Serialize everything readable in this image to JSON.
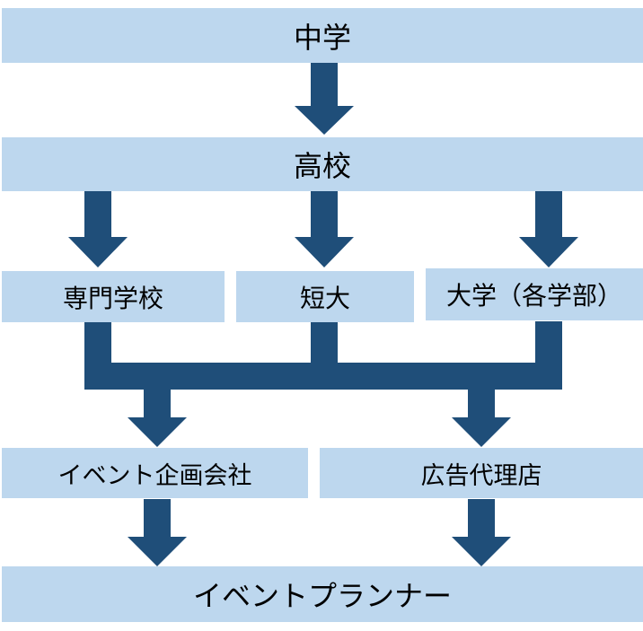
{
  "nodes": {
    "junior_high": "中学",
    "high_school": "高校",
    "vocational_school": "専門学校",
    "junior_college": "短大",
    "university": "大学（各学部）",
    "event_company": "イベント企画会社",
    "ad_agency": "広告代理店",
    "event_planner": "イベントプランナー"
  },
  "colors": {
    "box_fill": "#bdd7ee",
    "arrow": "#1f4e79",
    "text": "#000000"
  }
}
